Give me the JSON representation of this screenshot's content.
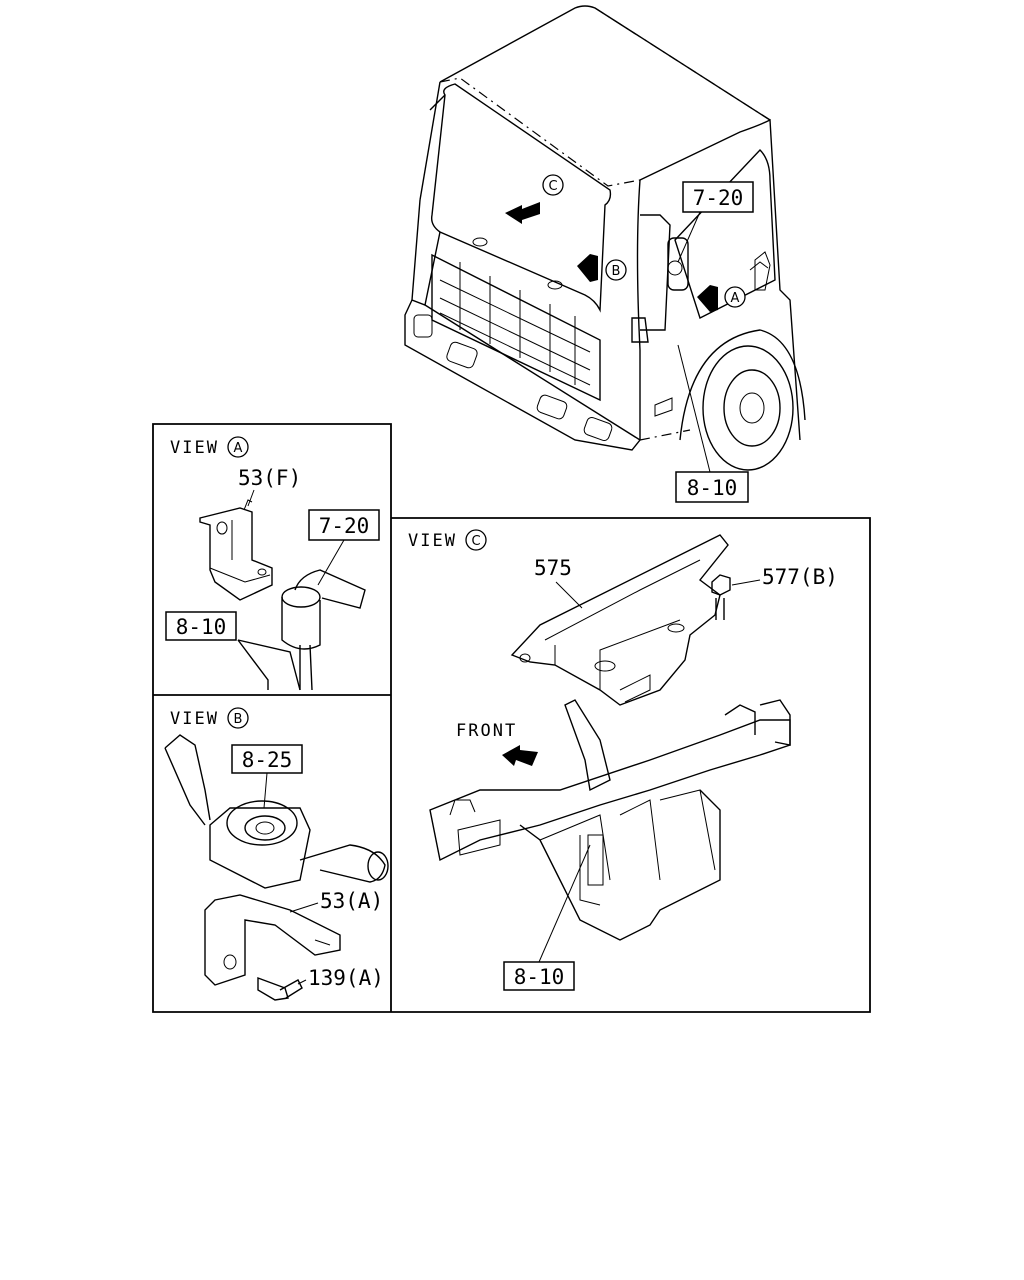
{
  "view_a": {
    "title": "VIEW",
    "letter": "A",
    "parts": [
      "53(F)",
      "7-20",
      "8-10"
    ]
  },
  "view_b": {
    "title": "VIEW",
    "letter": "B",
    "parts": [
      "8-25",
      "53(A)",
      "139(A)"
    ]
  },
  "view_c": {
    "title": "VIEW",
    "letter": "C",
    "front_label": "FRONT",
    "parts": [
      "575",
      "577(B)",
      "8-10"
    ]
  },
  "main": {
    "markers": [
      "C",
      "B",
      "A"
    ],
    "parts": [
      "7-20",
      "8-10"
    ]
  }
}
